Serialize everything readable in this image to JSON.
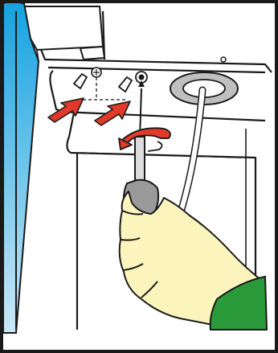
{
  "figure": {
    "kind": "installation-illustration",
    "parts": [
      "appliance-side-panel",
      "appliance-underside",
      "mounting-tab",
      "mounting-tab",
      "screw",
      "screw",
      "cable",
      "cable-grommet",
      "screwdriver",
      "gloved-hand",
      "sleeve"
    ],
    "arrows": [
      {
        "kind": "push-direction-arrow",
        "count": 2
      },
      {
        "kind": "rotation-arrow",
        "meaning": "unscrew"
      }
    ]
  },
  "colors": {
    "frame": "#1a1a1a",
    "side_panel_gradient_top": "#16a2df",
    "side_panel_gradient_bottom": "#c9e7f7",
    "appliance_body": "#ffffff",
    "outline": "#1a1a1a",
    "arrow_fill": "#e03a2a",
    "glove": "#fbf5bd",
    "sleeve": "#2a9a3a",
    "screwdriver_handle": "#9a9a9a",
    "screwdriver_shaft": "#dcdcdc",
    "cable_grommet": "#bfbfbf"
  }
}
